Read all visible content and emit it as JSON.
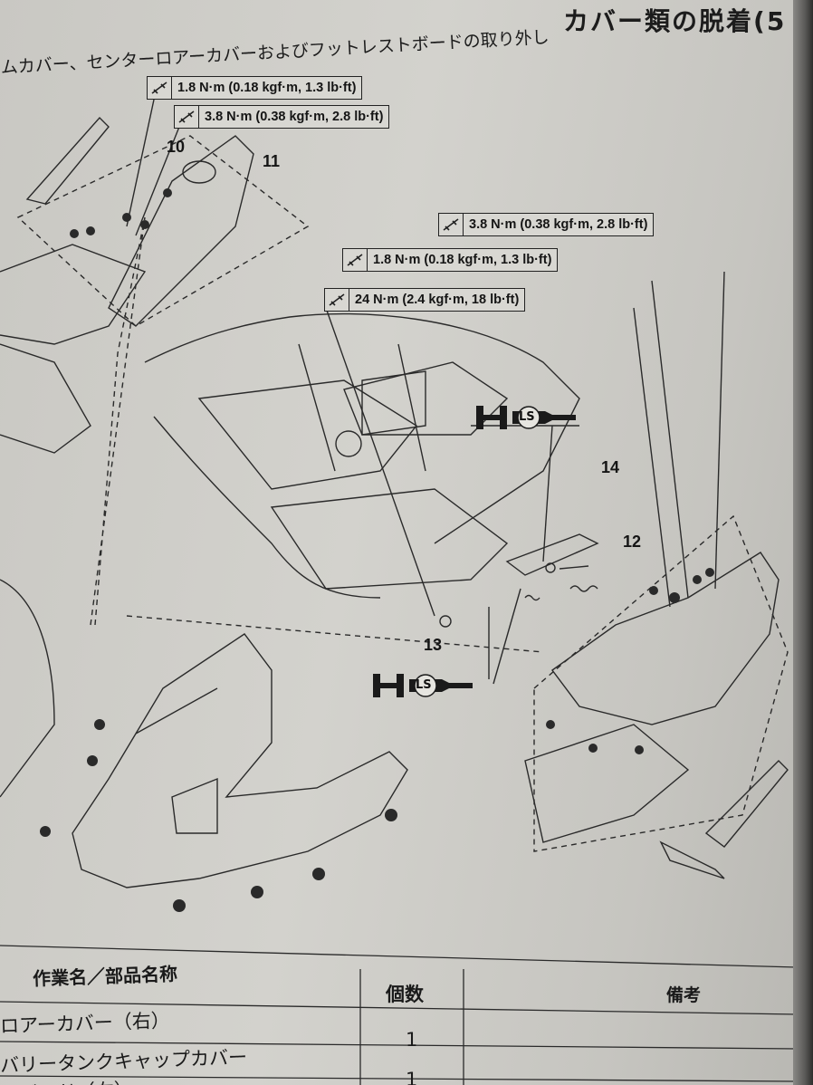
{
  "header": {
    "title": "カバー類の脱着",
    "title_suffix": "(5",
    "subtitle": "ムカバー、センターロアーカバーおよびフットレストボードの取り外し"
  },
  "torque_specs": {
    "spec_a": "1.8 N·m (0.18 kgf·m, 1.3 lb·ft)",
    "spec_b": "3.8 N·m (0.38 kgf·m, 2.8 lb·ft)",
    "spec_c": "3.8 N·m (0.38 kgf·m, 2.8 lb·ft)",
    "spec_d": "1.8 N·m (0.18 kgf·m, 1.3 lb·ft)",
    "spec_e": "24 N·m (2.4 kgf·m, 18 lb·ft)"
  },
  "callouts": {
    "c10": "10",
    "c11": "11",
    "c12": "12",
    "c13": "13",
    "c14": "14"
  },
  "grease_label": "LS",
  "table": {
    "col_work": "作業名／部品名称",
    "col_qty": "個数",
    "col_note": "備考",
    "rows": [
      {
        "name": "ロアーカバー（右）",
        "qty": ""
      },
      {
        "name": "バリータンクキャップカバー",
        "qty": "1"
      },
      {
        "name": "トボード（右）",
        "qty": "1"
      }
    ]
  },
  "colors": {
    "paper": "#d3d2cd",
    "ink": "#1c1c1c"
  }
}
